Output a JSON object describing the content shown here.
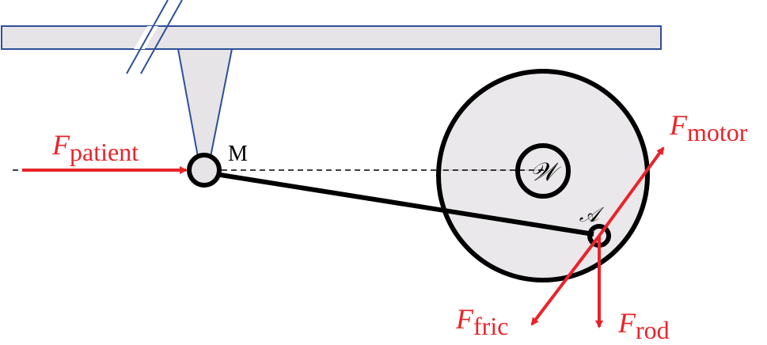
{
  "labels": {
    "patient_force": {
      "main": "F",
      "sub": "patient"
    },
    "motor_force": {
      "main": "F",
      "sub": "motor"
    },
    "friction_force": {
      "main": "F",
      "sub": "fric"
    },
    "rod_force": {
      "main": "F",
      "sub": "rod"
    },
    "joint_m": "M",
    "wheel_center": "𝒲",
    "attachment_point": "𝒜"
  },
  "colors": {
    "force": "#e8242a",
    "frame_fill": "#e6e4e6",
    "frame_stroke": "#2e4f9a",
    "wheel_fill": "#e6e4e6"
  }
}
